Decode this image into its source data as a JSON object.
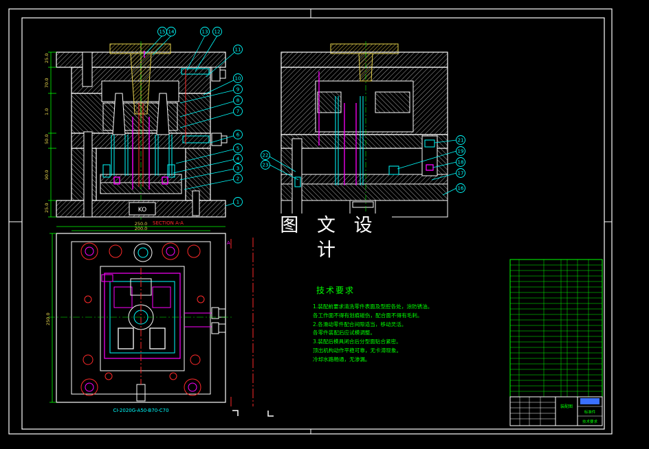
{
  "window": {
    "background": "#000000",
    "frame_color": "#ffffff"
  },
  "colors": {
    "outline": "#ffffff",
    "hatch": "#a8a8a8",
    "yellow": "#e6d34d",
    "cyan": "#00ffff",
    "magenta": "#ff00ff",
    "green": "#00ff00",
    "red": "#ff2a2a",
    "blue": "#3a70ff"
  },
  "watermark": {
    "text": "图 文 设 计"
  },
  "main_view": {
    "dims": [
      "25.0",
      "70.0",
      "1.0",
      "50.0",
      "90.0",
      "25.0"
    ],
    "ko_label": "KO",
    "section_label": "SECTION A-A"
  },
  "plan_view": {
    "dim_top_outer": "250.0",
    "dim_top_inner": "200.0",
    "dim_left": "250.0",
    "code": "CI-2020G-A50-B70-C70",
    "arrow_mark": "A"
  },
  "balloons_main": [
    "15",
    "14",
    "13",
    "12",
    "11",
    "10",
    "9",
    "8",
    "7",
    "6",
    "5",
    "4",
    "3",
    "2",
    "1"
  ],
  "balloons_side": [
    "22",
    "23",
    "21",
    "19",
    "18",
    "17",
    "16"
  ],
  "tech": {
    "title": "技术要求",
    "lines": [
      "1.装配前要求清洗零件表面及型腔各处，涂防锈油。",
      "  各工作面不得有划痕碰伤，配合面不得有毛刺。",
      "2.各滑动零件配合间隙适当，移动灵活。",
      "  各零件装配后应试模调整。",
      "3.装配后模具闭合后分型面贴合紧密。",
      "  顶出机构动作平稳可靠，无卡滞现象。",
      "  冷却水路畅通，无渗漏。"
    ]
  },
  "title_block": {
    "label_mid": "装配图",
    "label_right_1": "标准件",
    "label_right_2": "技术要求"
  }
}
